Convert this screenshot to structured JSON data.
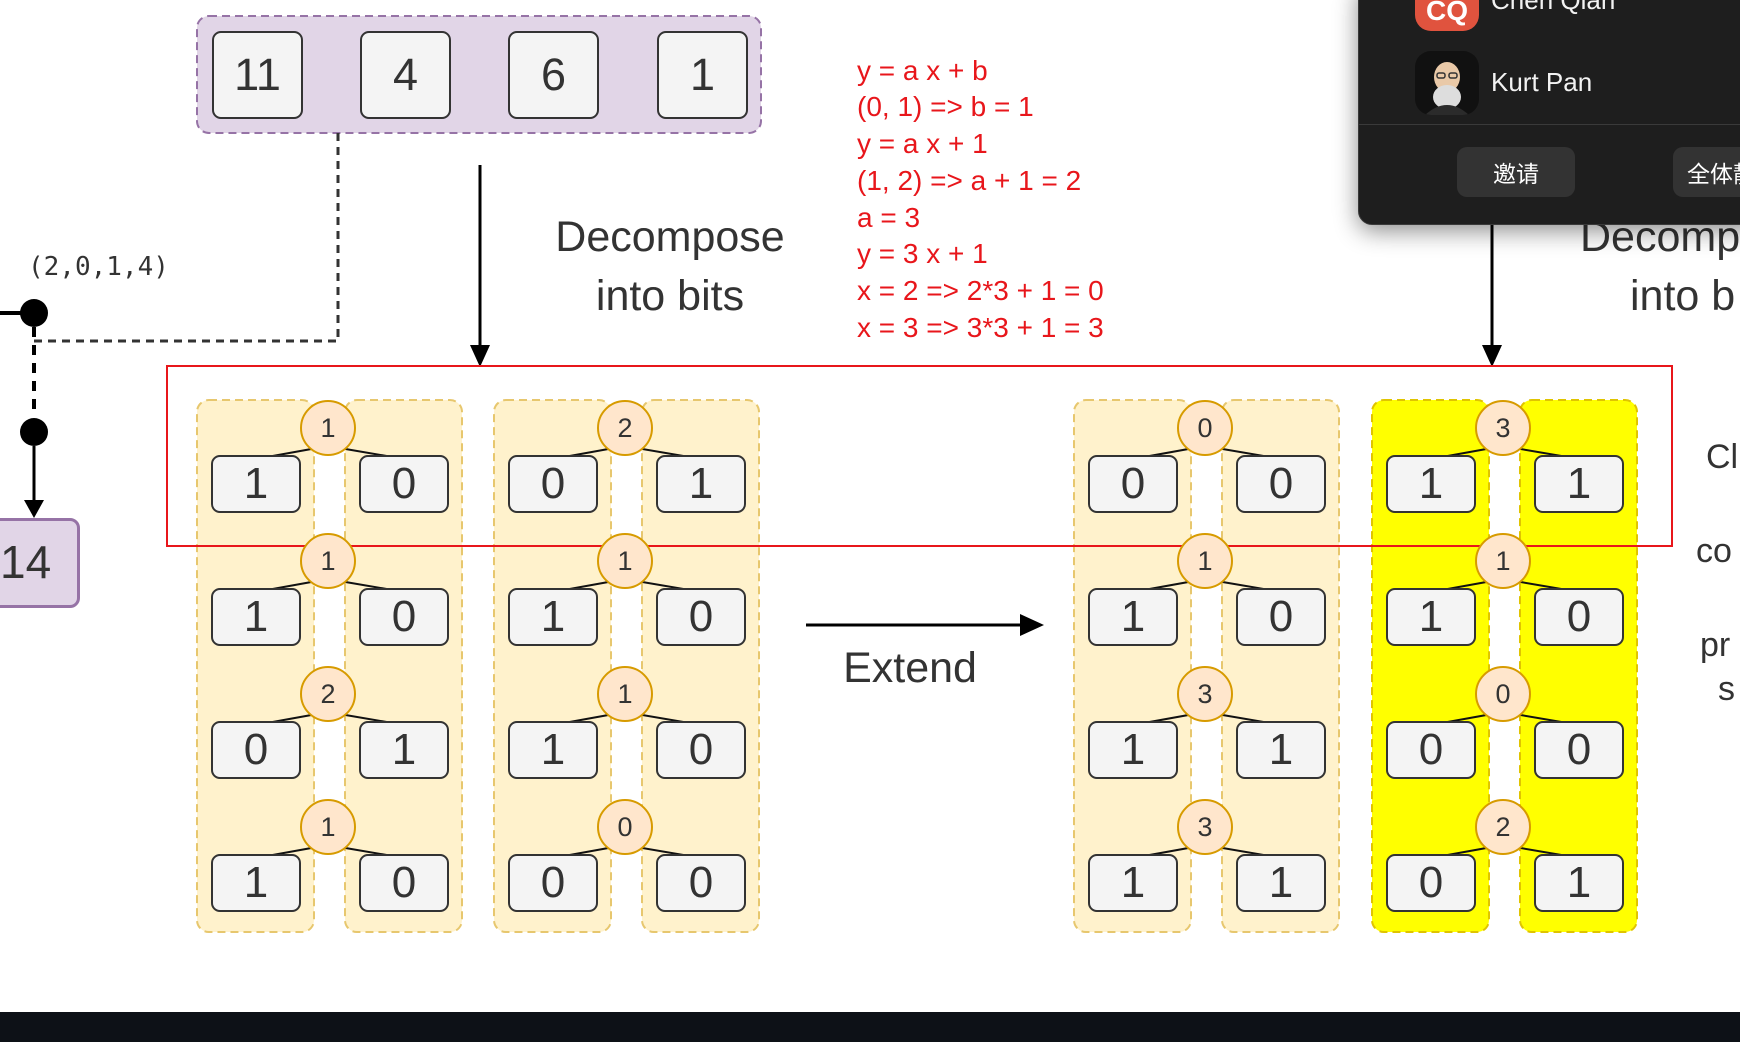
{
  "top_row": {
    "values": [
      "11",
      "4",
      "6",
      "1"
    ]
  },
  "labels": {
    "decompose_line1": "Decompose",
    "decompose_line2": "into bits",
    "extend": "Extend",
    "coord": "(2,0,1,4)",
    "left_box": "14",
    "right_decompose_line1": "Decomp",
    "right_decompose_line2": "into b"
  },
  "equations": [
    "y = a x + b",
    "(0, 1) => b = 1",
    "y = a x + 1",
    "(1, 2) => a + 1 = 2",
    "a = 3",
    "y = 3 x + 1",
    "x = 2 => 2*3 + 1 = 0",
    "x = 3 => 3*3 + 1 = 3"
  ],
  "tree_columns": [
    {
      "name": "col1",
      "trees": [
        {
          "node": "1",
          "leaves": [
            "1",
            "0"
          ]
        },
        {
          "node": "1",
          "leaves": [
            "1",
            "0"
          ]
        },
        {
          "node": "2",
          "leaves": [
            "0",
            "1"
          ]
        },
        {
          "node": "1",
          "leaves": [
            "1",
            "0"
          ]
        }
      ]
    },
    {
      "name": "col2",
      "trees": [
        {
          "node": "2",
          "leaves": [
            "0",
            "1"
          ]
        },
        {
          "node": "1",
          "leaves": [
            "1",
            "0"
          ]
        },
        {
          "node": "1",
          "leaves": [
            "1",
            "0"
          ]
        },
        {
          "node": "0",
          "leaves": [
            "0",
            "0"
          ]
        }
      ]
    },
    {
      "name": "col3",
      "trees": [
        {
          "node": "0",
          "leaves": [
            "0",
            "0"
          ]
        },
        {
          "node": "1",
          "leaves": [
            "1",
            "0"
          ]
        },
        {
          "node": "3",
          "leaves": [
            "1",
            "1"
          ]
        },
        {
          "node": "3",
          "leaves": [
            "1",
            "1"
          ]
        }
      ]
    },
    {
      "name": "col4",
      "highlight": "#ffff00",
      "trees": [
        {
          "node": "3",
          "leaves": [
            "1",
            "1"
          ]
        },
        {
          "node": "1",
          "leaves": [
            "1",
            "0"
          ]
        },
        {
          "node": "0",
          "leaves": [
            "0",
            "0"
          ]
        },
        {
          "node": "2",
          "leaves": [
            "0",
            "1"
          ]
        }
      ]
    }
  ],
  "right_cutoff_text": [
    "Cl",
    "co",
    "pr",
    "s"
  ],
  "meeting_panel": {
    "participants": [
      {
        "avatar_text": "CQ",
        "name": "Chen Qian",
        "avatar_color": "#e0533e"
      },
      {
        "avatar_text": "",
        "name": "Kurt Pan",
        "avatar_color": "#dcdcdc"
      }
    ],
    "invite_button": "邀请",
    "mute_all_button": "全体静音"
  },
  "colors": {
    "equation_red": "#e8161b",
    "highlight_rect": "#e8161b",
    "group_fill": "#fff2cc",
    "node_fill": "#ffe6cc",
    "node_border": "#d79b00",
    "top_group_fill": "#e1d5e7",
    "top_group_border": "#9673a6"
  }
}
